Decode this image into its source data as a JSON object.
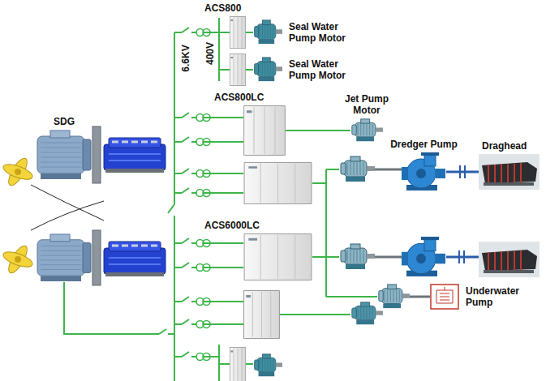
{
  "diagram": {
    "nodes": [
      {
        "text": [
          "ACS800"
        ]
      },
      {
        "text": [
          "Seal Water Pump Motor"
        ]
      },
      {
        "text": [
          "Seal Water Pump Motor"
        ]
      },
      {
        "text": [
          "ACS800LC"
        ]
      },
      {
        "text": [
          "Jet Pump Motor"
        ]
      },
      {
        "text": [
          "SDG"
        ]
      },
      {
        "text": [
          "Dredger Pump"
        ]
      },
      {
        "text": [
          "Draghead"
        ]
      },
      {
        "text": [
          "ACS6000LC"
        ]
      },
      {
        "text": [
          "Underwater Pump"
        ]
      }
    ],
    "edges": [
      {
        "from": 0,
        "to": 1,
        "arrow": "none"
      },
      {
        "from": 3,
        "to": 4,
        "arrow": "none"
      },
      {
        "from": 6,
        "to": 7,
        "arrow": "none"
      }
    ],
    "labels": [
      "400V",
      "6.6KV"
    ]
  }
}
